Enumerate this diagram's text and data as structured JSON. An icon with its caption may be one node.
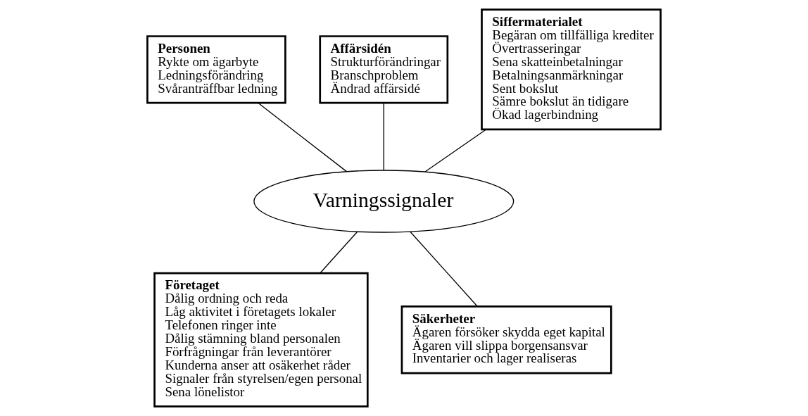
{
  "diagram": {
    "nodes": [
      {
        "text": [
          "Personen",
          "Rykte om ägarbyte",
          "Ledningsförändring",
          "Svåranträffbar ledning"
        ]
      },
      {
        "text": [
          "Affärsidén",
          "Strukturförändringar",
          "Branschproblem",
          "Ändrad affärsidé"
        ]
      },
      {
        "text": [
          "Siffermaterialet",
          "Begäran om tillfälliga krediter",
          "Övertrasseringar",
          "Sena skatteinbetalningar",
          "Betalningsanmärkningar",
          "Sent bokslut",
          "Sämre bokslut än tidigare",
          "Ökad lagerbindning"
        ]
      },
      {
        "text": [
          "Varningssignaler"
        ]
      },
      {
        "text": [
          "Företaget",
          "Dålig ordning och reda",
          "Låg aktivitet i företagets lokaler",
          "Telefonen ringer inte",
          "Dålig stämning bland personalen",
          "Förfrågningar från leverantörer",
          "Kunderna anser att osäkerhet råder",
          "Signaler från styrelsen/egen personal",
          "Sena lönelistor"
        ]
      },
      {
        "text": [
          "Säkerheter",
          "Ägaren försöker skydda eget kapital",
          "Ägaren vill slippa borgensansvar",
          "Inventarier och lager realiseras"
        ]
      }
    ],
    "edges": [
      {
        "from": 0,
        "to": 3,
        "arrow": "none"
      },
      {
        "from": 1,
        "to": 3,
        "arrow": "none"
      },
      {
        "from": 2,
        "to": 3,
        "arrow": "none"
      },
      {
        "from": 3,
        "to": 4,
        "arrow": "none"
      },
      {
        "from": 3,
        "to": 5,
        "arrow": "none"
      }
    ]
  }
}
